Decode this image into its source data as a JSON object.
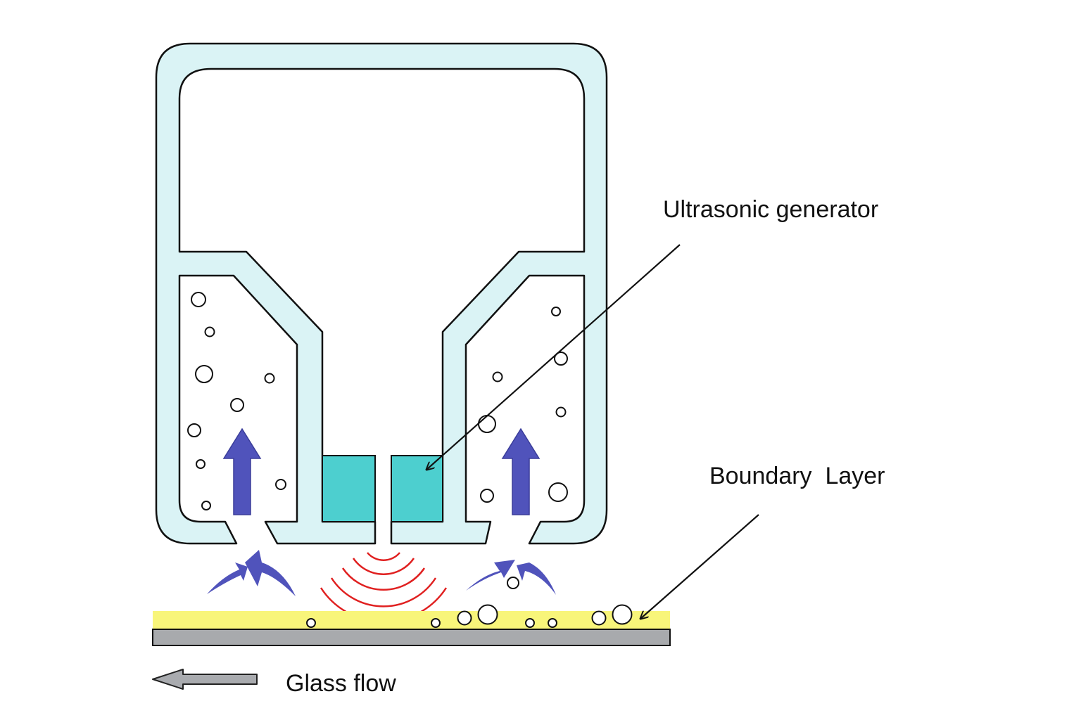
{
  "labels": {
    "generator": "Ultrasonic generator",
    "boundary": "Boundary  Layer",
    "flow": "Glass flow"
  },
  "colors": {
    "housing_fill": "#daf3f5",
    "outline": "#111111",
    "generator": "#4dcfcf",
    "flow_arrow": "#5053bb",
    "wave": "#e02020",
    "boundary_layer": "#f8f57a",
    "glass": "#a8aaad",
    "flow_direction_arrow": "#a9abaf"
  },
  "icons": {
    "flow_direction": "left-arrow-icon",
    "suction": "up-arrow-icon",
    "inflow": "curved-arrow-icon",
    "ultrasound": "wave-arc-icon"
  }
}
